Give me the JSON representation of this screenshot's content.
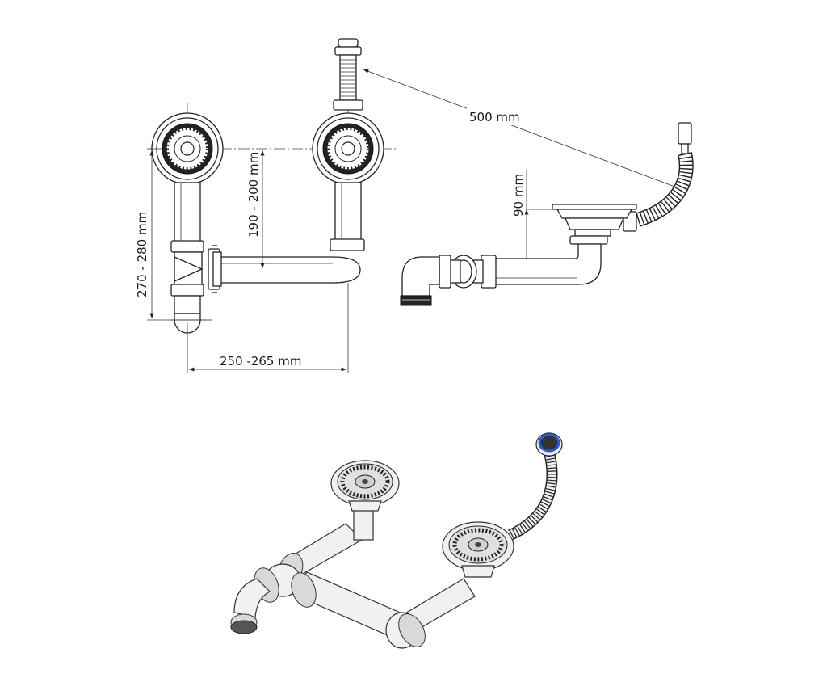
{
  "dimensions": {
    "overflow_length": "500 mm",
    "outlet_depth": "90 mm",
    "inlet_offset": "190 - 200 mm",
    "total_height": "270 - 280 mm",
    "bowl_spacing": "250 -265 mm"
  },
  "colors": {
    "line": "#222222",
    "fill": "#ffffff",
    "shade": "#d9d9d9",
    "overflow_ring": "#2a5bd7"
  }
}
